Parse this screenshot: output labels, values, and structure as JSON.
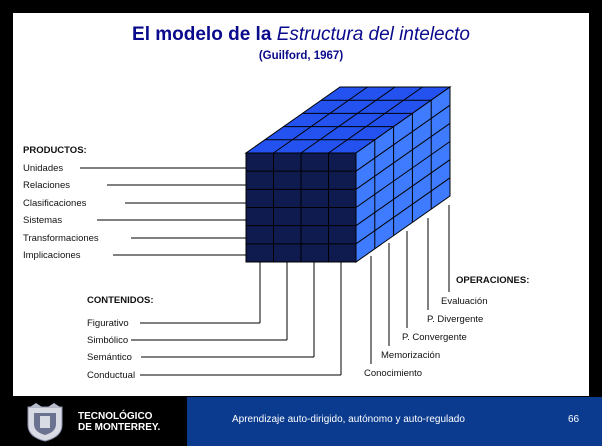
{
  "title": {
    "main": "El modelo de la ",
    "italic": "Estructura del intelecto",
    "citation": "(Guilford, 1967)"
  },
  "products": {
    "heading": "PRODUCTOS:",
    "items": [
      "Unidades",
      "Relaciones",
      "Clasificaciones",
      "Sistemas",
      "Transformaciones",
      "Implicaciones"
    ]
  },
  "contents": {
    "heading": "CONTENIDOS:",
    "items": [
      "Figurativo",
      "Simbólico",
      "Semántico",
      "Conductual"
    ]
  },
  "operations": {
    "heading": "OPERACIONES:",
    "items": [
      "Evaluación",
      "P. Divergente",
      "P. Convergente",
      "Memorización",
      "Conocimiento"
    ]
  },
  "colors": {
    "front_face": "#0f1a4e",
    "side_face": "#3f7bff",
    "top_face": "#2352f0",
    "grid_line": "#000000",
    "title": "#0a0a8c",
    "footer_band": "#0b3b8f"
  },
  "footer": {
    "logo_line1": "TECNOLÓGICO",
    "logo_line2": "DE MONTERREY.",
    "text": "Aprendizaje auto-dirigido, autónomo y auto-regulado",
    "page": "66"
  }
}
